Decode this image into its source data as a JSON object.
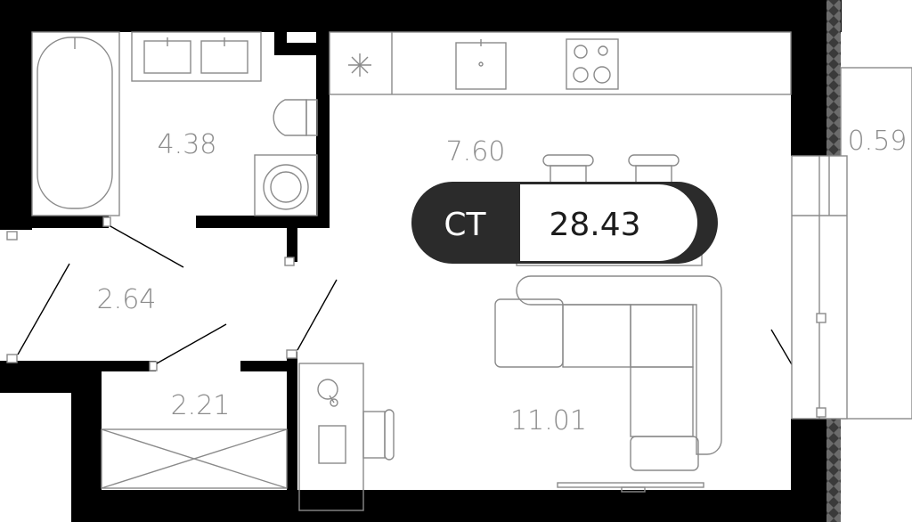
{
  "rooms": {
    "bathroom_area": "4.38",
    "kitchen_area": "7.60",
    "hall_area": "2.64",
    "storage_area": "2.21",
    "living_area": "11.01",
    "balcony_area": "0.59"
  },
  "badge": {
    "type": "СТ",
    "total_area": "28.43",
    "dark_color": "#2b2b2b",
    "light_color": "#ffffff"
  }
}
